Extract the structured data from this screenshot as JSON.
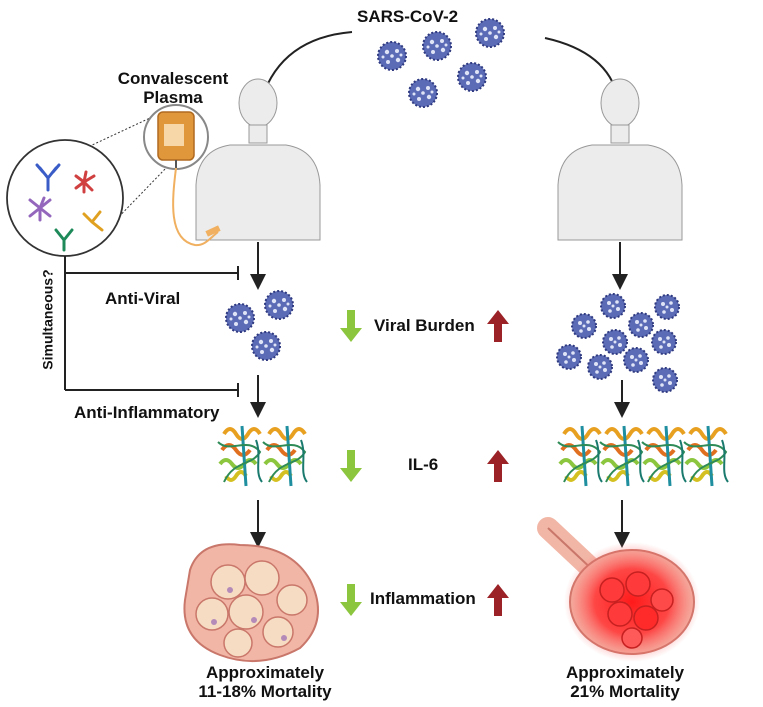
{
  "title": "SARS-CoV-2",
  "treatment_label_line1": "Convalescent",
  "treatment_label_line2": "Plasma",
  "vertical_label": "Simultaneous?",
  "anti_viral_label": "Anti-Viral",
  "anti_inflammatory_label": "Anti-Inflammatory",
  "rows": [
    {
      "label": "Viral Burden"
    },
    {
      "label": "IL-6"
    },
    {
      "label": "Inflammation"
    }
  ],
  "outcomes": {
    "treated_line1": "Approximately",
    "treated_line2": "11-18% Mortality",
    "untreated_line1": "Approximately",
    "untreated_line2": "21% Mortality"
  },
  "colors": {
    "virus": "#4a5aa8",
    "down_arrow": "#8cc63f",
    "up_arrow": "#9b2226",
    "plasma": "#e0963a",
    "antibody_blue": "#3a5cc7",
    "antibody_red": "#d04040",
    "antibody_purple": "#9467bd",
    "antibody_orange": "#e0a020",
    "antibody_green": "#1e8a5a",
    "lung_healthy": "#f2b6a6",
    "lung_inflamed": "#ff2020"
  }
}
